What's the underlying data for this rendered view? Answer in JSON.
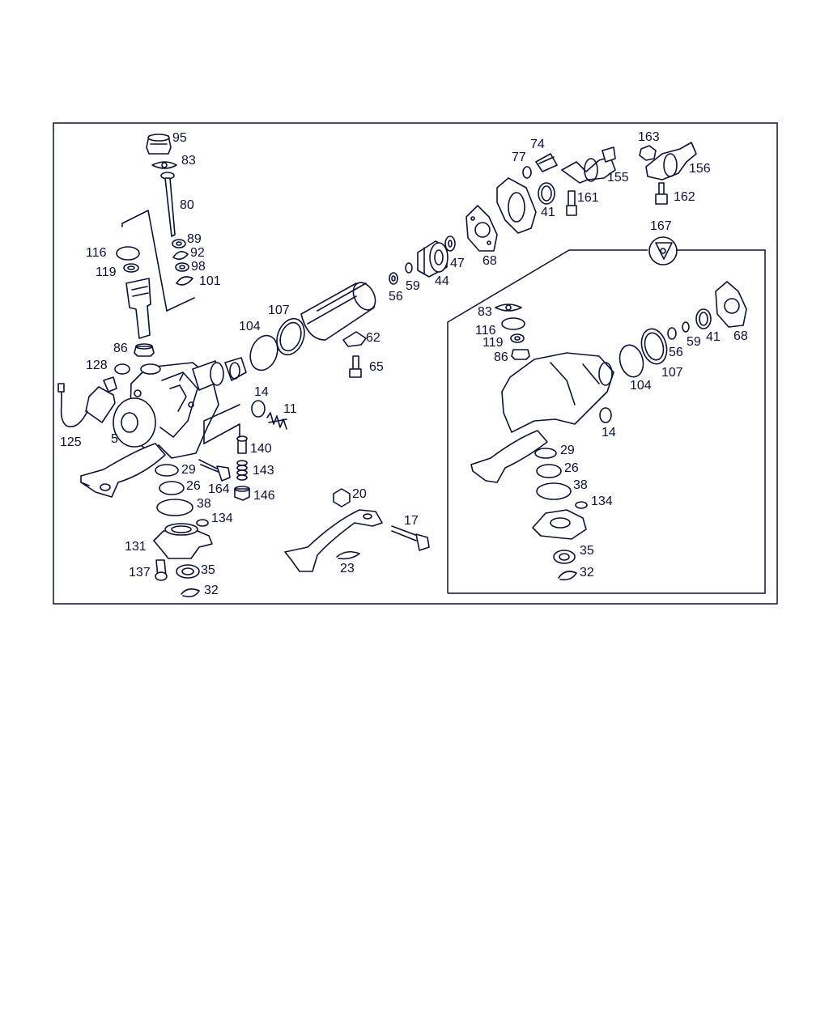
{
  "labels": {
    "l95": "95",
    "l83": "83",
    "l80": "80",
    "l89": "89",
    "l92": "92",
    "l98": "98",
    "l101": "101",
    "l116": "116",
    "l119": "119",
    "l86": "86",
    "l128": "128",
    "l125": "125",
    "l5": "5",
    "l29": "29",
    "l26": "26",
    "l38": "38",
    "l134": "134",
    "l131": "131",
    "l137": "137",
    "l35": "35",
    "l32": "32",
    "l164": "164",
    "l140": "140",
    "l143": "143",
    "l146": "146",
    "l14": "14",
    "l11": "11",
    "l104": "104",
    "l107": "107",
    "l62": "62",
    "l65": "65",
    "l56": "56",
    "l59": "59",
    "l44": "44",
    "l47": "47",
    "l68": "68",
    "l41": "41",
    "l77": "77",
    "l74": "74",
    "l155": "155",
    "l161": "161",
    "l163": "163",
    "l156": "156",
    "l162": "162",
    "l167": "167",
    "l20": "20",
    "l17": "17",
    "l23": "23",
    "r83": "83",
    "r116": "116",
    "r119": "119",
    "r86": "86",
    "r104": "104",
    "r107": "107",
    "r56": "56",
    "r59": "59",
    "r41": "41",
    "r68": "68",
    "r14": "14",
    "r29": "29",
    "r26": "26",
    "r38": "38",
    "r134": "134",
    "r35": "35",
    "r32": "32"
  },
  "colors": {
    "ink": "#0a1238",
    "background": "#ffffff"
  }
}
